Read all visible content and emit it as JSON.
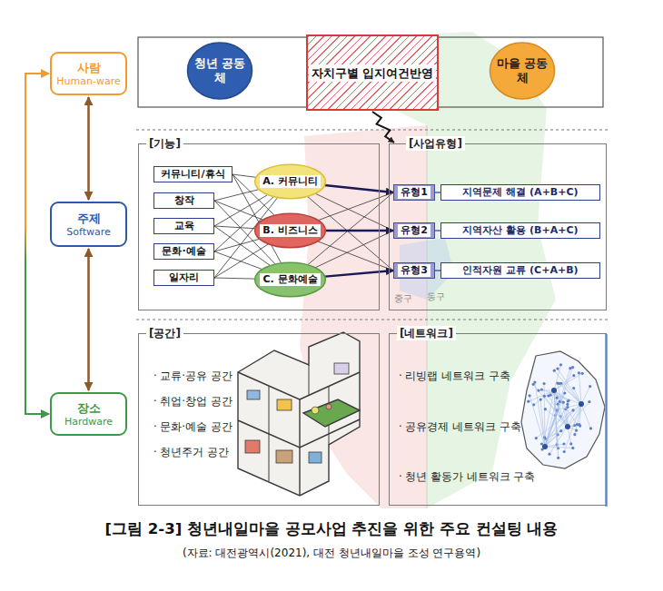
{
  "diagram": {
    "caption": "[그림 2-3] 청년내일마을 공모사업 추진을 위한 주요 컨설팅 내용",
    "nodes": [
      {
        "text": [
          "사람",
          "Human-ware"
        ]
      },
      {
        "text": [
          "청년 공동체"
        ]
      },
      {
        "text": [
          "자치구별 입지여건반영"
        ]
      },
      {
        "text": [
          "마을 공동체"
        ]
      },
      {
        "text": [
          "주제",
          "Software"
        ]
      },
      {
        "text": [
          "[기능]"
        ]
      },
      {
        "text": [
          "커뮤니티/휴식"
        ],
        "in": 5
      },
      {
        "text": [
          "창작"
        ],
        "in": 5
      },
      {
        "text": [
          "교육"
        ],
        "in": 5
      },
      {
        "text": [
          "문화·예술"
        ],
        "in": 5
      },
      {
        "text": [
          "일자리"
        ],
        "in": 5
      },
      {
        "text": [
          "A. 커뮤니티"
        ],
        "in": 5
      },
      {
        "text": [
          "B. 비즈니스"
        ],
        "in": 5
      },
      {
        "text": [
          "C. 문화예술"
        ],
        "in": 5
      },
      {
        "text": [
          "[사업유형]"
        ]
      },
      {
        "text": [
          "유형1"
        ],
        "in": 14
      },
      {
        "text": [
          "지역문제 해결 (A+B+C)"
        ],
        "in": 14
      },
      {
        "text": [
          "유형2"
        ],
        "in": 14
      },
      {
        "text": [
          "지역자산 활용 (B+A+C)"
        ],
        "in": 14
      },
      {
        "text": [
          "유형3"
        ],
        "in": 14
      },
      {
        "text": [
          "인적자원 교류 (C+A+B)"
        ],
        "in": 14
      },
      {
        "text": [
          "장소",
          "Hardware"
        ]
      },
      {
        "text": [
          "[공간]",
          "· 교류·공유 공간",
          "· 취업·창업 공간",
          "· 문화·예술 공간",
          "· 청년주거 공간"
        ]
      },
      {
        "text": [
          "[네트워크]",
          "· 리빙랩 네트워크 구축",
          "· 공유경제 네트워크 구축",
          "· 청년 활동가 네트워크 구축"
        ]
      }
    ],
    "edges": [
      {
        "from": 0,
        "to": 4,
        "arrow": "both"
      },
      {
        "from": 4,
        "to": 21,
        "arrow": "both"
      },
      {
        "from": 0,
        "to": 21,
        "arrow": "both"
      },
      {
        "from": 2,
        "to": 14,
        "arrow": "to"
      },
      {
        "from": 6,
        "to": 11,
        "arrow": "none"
      },
      {
        "from": 6,
        "to": 12,
        "arrow": "none"
      },
      {
        "from": 6,
        "to": 13,
        "arrow": "none"
      },
      {
        "from": 7,
        "to": 11,
        "arrow": "none"
      },
      {
        "from": 7,
        "to": 12,
        "arrow": "none"
      },
      {
        "from": 7,
        "to": 13,
        "arrow": "none"
      },
      {
        "from": 8,
        "to": 11,
        "arrow": "none"
      },
      {
        "from": 8,
        "to": 12,
        "arrow": "none"
      },
      {
        "from": 8,
        "to": 13,
        "arrow": "none"
      },
      {
        "from": 9,
        "to": 11,
        "arrow": "none"
      },
      {
        "from": 9,
        "to": 12,
        "arrow": "none"
      },
      {
        "from": 9,
        "to": 13,
        "arrow": "none"
      },
      {
        "from": 10,
        "to": 11,
        "arrow": "none"
      },
      {
        "from": 10,
        "to": 12,
        "arrow": "none"
      },
      {
        "from": 10,
        "to": 13,
        "arrow": "none"
      },
      {
        "from": 11,
        "to": 15,
        "arrow": "to"
      },
      {
        "from": 11,
        "to": 17,
        "arrow": "none"
      },
      {
        "from": 11,
        "to": 19,
        "arrow": "none"
      },
      {
        "from": 12,
        "to": 15,
        "arrow": "none"
      },
      {
        "from": 12,
        "to": 17,
        "arrow": "to"
      },
      {
        "from": 12,
        "to": 19,
        "arrow": "none"
      },
      {
        "from": 13,
        "to": 15,
        "arrow": "none"
      },
      {
        "from": 13,
        "to": 17,
        "arrow": "none"
      },
      {
        "from": 13,
        "to": 19,
        "arrow": "to"
      },
      {
        "from": 15,
        "to": 16,
        "arrow": "none"
      },
      {
        "from": 17,
        "to": 18,
        "arrow": "none"
      },
      {
        "from": 19,
        "to": 20,
        "arrow": "none"
      }
    ],
    "labels": [
      "동구",
      "중구",
      "(자료: 대전광역시(2021), 대전 청년내일마을 조성 연구용역)"
    ]
  }
}
